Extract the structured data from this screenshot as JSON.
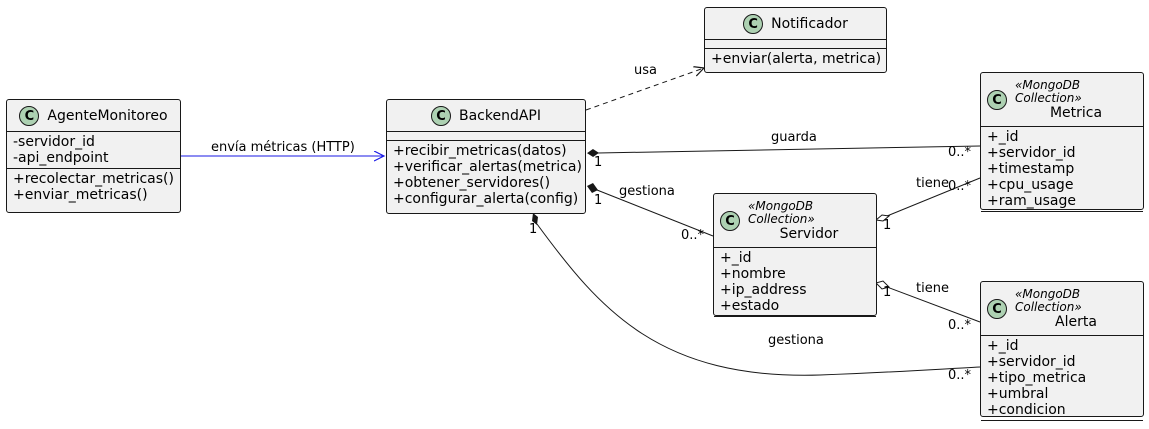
{
  "classes": {
    "agente": {
      "name": "AgenteMonitoreo",
      "stereotype": "",
      "attributes": [
        "-servidor_id",
        "-api_endpoint"
      ],
      "methods": [
        "+recolectar_metricas()",
        "+enviar_metricas()"
      ]
    },
    "backend": {
      "name": "BackendAPI",
      "stereotype": "",
      "attributes": [],
      "methods": [
        "+recibir_metricas(datos)",
        "+verificar_alertas(metrica)",
        "+obtener_servidores()",
        "+configurar_alerta(config)"
      ]
    },
    "notificador": {
      "name": "Notificador",
      "stereotype": "",
      "attributes": [],
      "methods": [
        "+enviar(alerta, metrica)"
      ]
    },
    "metrica": {
      "name": "Metrica",
      "stereotype": "«MongoDB Collection»",
      "attributes": [
        "+_id",
        "+servidor_id",
        "+timestamp",
        "+cpu_usage",
        "+ram_usage"
      ],
      "methods": []
    },
    "servidor": {
      "name": "Servidor",
      "stereotype": "«MongoDB Collection»",
      "attributes": [
        "+_id",
        "+nombre",
        "+ip_address",
        "+estado"
      ],
      "methods": []
    },
    "alerta": {
      "name": "Alerta",
      "stereotype": "«MongoDB Collection»",
      "attributes": [
        "+_id",
        "+servidor_id",
        "+tipo_metrica",
        "+umbral",
        "+condicion"
      ],
      "methods": []
    }
  },
  "class_icon_letter": "C",
  "relations": {
    "envia": {
      "label": "envía métricas (HTTP)",
      "color": "#1a1ae6"
    },
    "usa": {
      "label": "usa"
    },
    "guarda": {
      "label": "guarda",
      "mult_from": "1",
      "mult_to": "0..*"
    },
    "gestiona_servidor": {
      "label": "gestiona",
      "mult_from": "1",
      "mult_to": "0..*"
    },
    "gestiona_alerta": {
      "label": "gestiona",
      "mult_from": "1",
      "mult_to": "0..*"
    },
    "tiene_metrica": {
      "label": "tiene",
      "mult_from": "1",
      "mult_to": "0..*"
    },
    "tiene_alerta": {
      "label": "tiene",
      "mult_from": "1",
      "mult_to": "0..*"
    }
  },
  "colors": {
    "class_fill": "#f1f1f1",
    "class_border": "#181818",
    "icon_fill": "#add1b2",
    "line": "#181818"
  }
}
